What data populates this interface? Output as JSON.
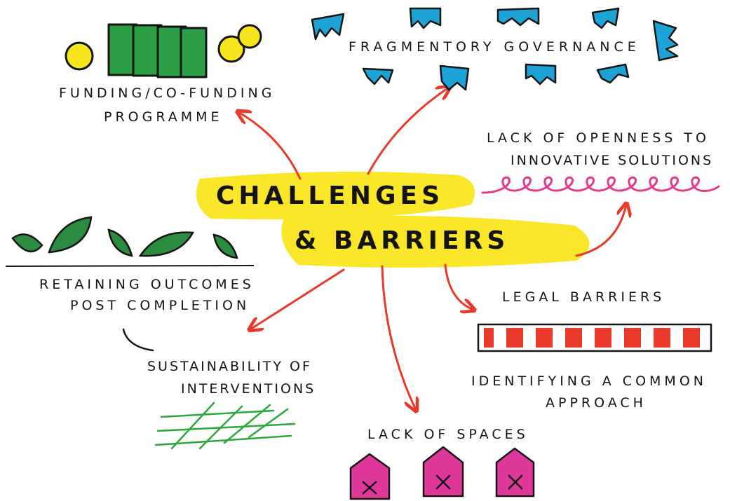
{
  "center": {
    "line1": "CHALLENGES",
    "line2": "& BARRIERS"
  },
  "nodes": {
    "funding": {
      "line1": "FUNDING/CO-FUNDING",
      "line2": "PROGRAMME"
    },
    "governance": {
      "line1": "FRAGMENTORY GOVERNANCE"
    },
    "openness": {
      "line1": "LACK OF OPENNESS TO",
      "line2": "INNOVATIVE SOLUTIONS"
    },
    "retaining": {
      "line1": "RETAINING OUTCOMES",
      "line2": "POST COMPLETION"
    },
    "legal": {
      "line1": "LEGAL BARRIERS"
    },
    "common": {
      "line1": "IDENTIFYING A COMMON",
      "line2": "APPROACH"
    },
    "sustainability": {
      "line1": "SUSTAINABILITY OF",
      "line2": "INTERVENTIONS"
    },
    "spaces": {
      "line1": "LACK OF SPACES"
    }
  },
  "colors": {
    "highlight": "#fbe72a",
    "arrow": "#e8392b",
    "governance_blue": "#1ea3d6",
    "money_green": "#2c9e46",
    "coin_yellow": "#f6e51c",
    "leaf_green": "#2b8c3f",
    "openness_pink": "#e5398b",
    "legal_red": "#e8392b",
    "grid_green": "#2ba83c",
    "house_pink": "#e0389a",
    "ink": "#141414"
  },
  "icons": {
    "funding": "money-and-coins-icon",
    "governance": "broken-fragments-icon",
    "openness": "loop-squiggle-icon",
    "retaining": "leaves-icon",
    "legal": "barrier-tape-icon",
    "sustainability": "grid-mesh-icon",
    "spaces": "crossed-house-icon"
  }
}
